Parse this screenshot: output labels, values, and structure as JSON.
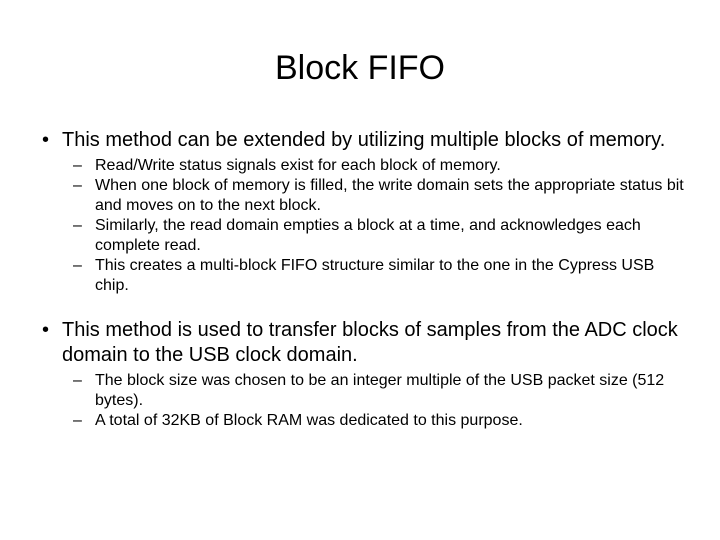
{
  "slide": {
    "title": "Block FIFO",
    "background_color": "#ffffff",
    "text_color": "#000000",
    "bullet_marker_level1": "•",
    "bullet_marker_level2": "–",
    "blocks": [
      {
        "level1": "This method can be extended by utilizing multiple blocks of memory.",
        "level2": [
          "Read/Write status signals exist for each block of memory.",
          "When one block of memory is filled, the write domain sets the appropriate status bit and moves on to the next block.",
          "Similarly, the read domain empties a block at a time, and acknowledges each complete read.",
          "This creates a multi-block FIFO structure similar to the one in the Cypress USB chip."
        ]
      },
      {
        "level1": "This method is used to transfer blocks of samples from the ADC clock domain to the USB clock domain.",
        "level2": [
          "The block size was chosen to be an integer multiple of the USB packet size (512 bytes).",
          "A total of 32KB of Block RAM was dedicated to this purpose."
        ]
      }
    ]
  }
}
